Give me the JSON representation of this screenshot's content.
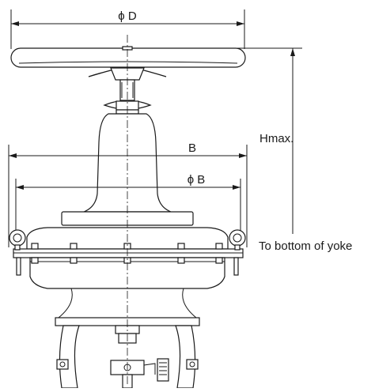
{
  "labels": {
    "phi_d": "ϕ D",
    "b": "B",
    "phi_b": "ϕ B",
    "hmax": "Hmax.",
    "to_bottom": "To bottom of yoke"
  },
  "colors": {
    "line": "#1a1a1a",
    "background": "#ffffff"
  }
}
